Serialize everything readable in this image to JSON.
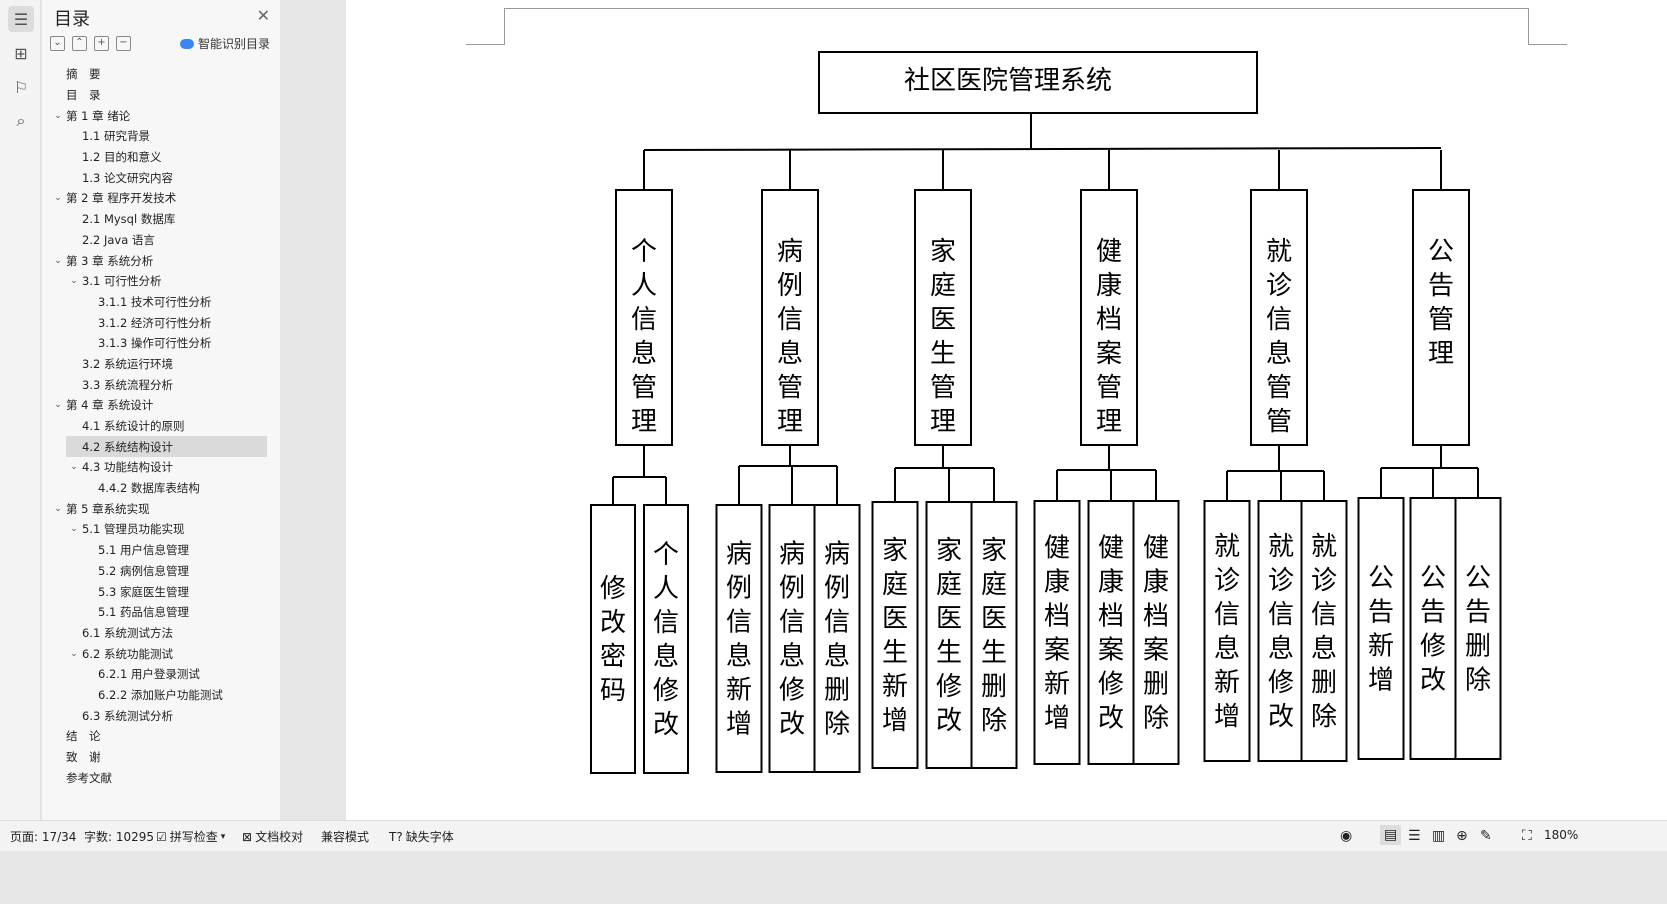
{
  "toc": {
    "title": "目录",
    "ai_label": "智能识别目录",
    "items": [
      {
        "label": "摘　要",
        "level": 0,
        "arrow": ""
      },
      {
        "label": "目　录",
        "level": 0,
        "arrow": ""
      },
      {
        "label": "第 1 章  绪论",
        "level": 0,
        "arrow": "⌄"
      },
      {
        "label": "1.1  研究背景",
        "level": 1,
        "arrow": ""
      },
      {
        "label": "1.2 目的和意义",
        "level": 1,
        "arrow": ""
      },
      {
        "label": "1.3  论文研究内容",
        "level": 1,
        "arrow": ""
      },
      {
        "label": "第 2 章  程序开发技术",
        "level": 0,
        "arrow": "⌄"
      },
      {
        "label": "2.1 Mysql 数据库",
        "level": 1,
        "arrow": ""
      },
      {
        "label": "2.2 Java 语言",
        "level": 1,
        "arrow": ""
      },
      {
        "label": "第 3 章  系统分析",
        "level": 0,
        "arrow": "⌄"
      },
      {
        "label": "3.1 可行性分析",
        "level": 1,
        "arrow": "⌄"
      },
      {
        "label": "3.1.1 技术可行性分析",
        "level": 2,
        "arrow": ""
      },
      {
        "label": "3.1.2 经济可行性分析",
        "level": 2,
        "arrow": ""
      },
      {
        "label": "3.1.3 操作可行性分析",
        "level": 2,
        "arrow": ""
      },
      {
        "label": "3.2 系统运行环境",
        "level": 1,
        "arrow": ""
      },
      {
        "label": "3.3 系统流程分析",
        "level": 1,
        "arrow": ""
      },
      {
        "label": "第 4 章  系统设计",
        "level": 0,
        "arrow": "⌄"
      },
      {
        "label": "4.1  系统设计的原则",
        "level": 1,
        "arrow": ""
      },
      {
        "label": "4.2  系统结构设计",
        "level": 1,
        "arrow": "",
        "selected": true
      },
      {
        "label": "4.3 功能结构设计",
        "level": 1,
        "arrow": "⌄"
      },
      {
        "label": "4.4.2  数据库表结构",
        "level": 2,
        "arrow": ""
      },
      {
        "label": "第 5 章系统实现",
        "level": 0,
        "arrow": "⌄"
      },
      {
        "label": "5.1 管理员功能实现",
        "level": 1,
        "arrow": "⌄"
      },
      {
        "label": "5.1 用户信息管理",
        "level": 2,
        "arrow": ""
      },
      {
        "label": "5.2  病例信息管理",
        "level": 2,
        "arrow": ""
      },
      {
        "label": "5.3 家庭医生管理",
        "level": 2,
        "arrow": ""
      },
      {
        "label": "5.1 药品信息管理",
        "level": 2,
        "arrow": ""
      },
      {
        "label": "6.1 系统测试方法",
        "level": 1,
        "arrow": ""
      },
      {
        "label": "6.2  系统功能测试",
        "level": 1,
        "arrow": "⌄"
      },
      {
        "label": "6.2.1  用户登录测试",
        "level": 2,
        "arrow": ""
      },
      {
        "label": "6.2.2  添加账户功能测试",
        "level": 2,
        "arrow": ""
      },
      {
        "label": "6.3  系统测试分析",
        "level": 1,
        "arrow": ""
      },
      {
        "label": "结　论",
        "level": 0,
        "arrow": ""
      },
      {
        "label": "致　谢",
        "level": 0,
        "arrow": ""
      },
      {
        "label": "参考文献",
        "level": 0,
        "arrow": ""
      }
    ]
  },
  "diagram": {
    "root": "社区医院管理系统",
    "modules": [
      {
        "name": "个人信息管理",
        "children": [
          "修改密码",
          "个人信息修改"
        ]
      },
      {
        "name": "病例信息管理",
        "children": [
          "病例信息新增",
          "病例信息修改",
          "病例信息删除"
        ]
      },
      {
        "name": "家庭医生管理",
        "children": [
          "家庭医生新增",
          "家庭医生修改",
          "家庭医生删除"
        ]
      },
      {
        "name": "健康档案管理",
        "children": [
          "健康档案新增",
          "健康档案修改",
          "健康档案删除"
        ]
      },
      {
        "name": "就诊信息管管",
        "children": [
          "就诊信息新增",
          "就诊信息修改",
          "就诊信息删除"
        ]
      },
      {
        "name": "公告管理",
        "children": [
          "公告新增",
          "公告修改",
          "公告删除"
        ]
      }
    ]
  },
  "status": {
    "page": "页面: 17/34",
    "words": "字数: 10295",
    "spell": "拼写检查",
    "proof": "文档校对",
    "compat": "兼容模式",
    "missing_font": "缺失字体",
    "zoom": "180%"
  }
}
